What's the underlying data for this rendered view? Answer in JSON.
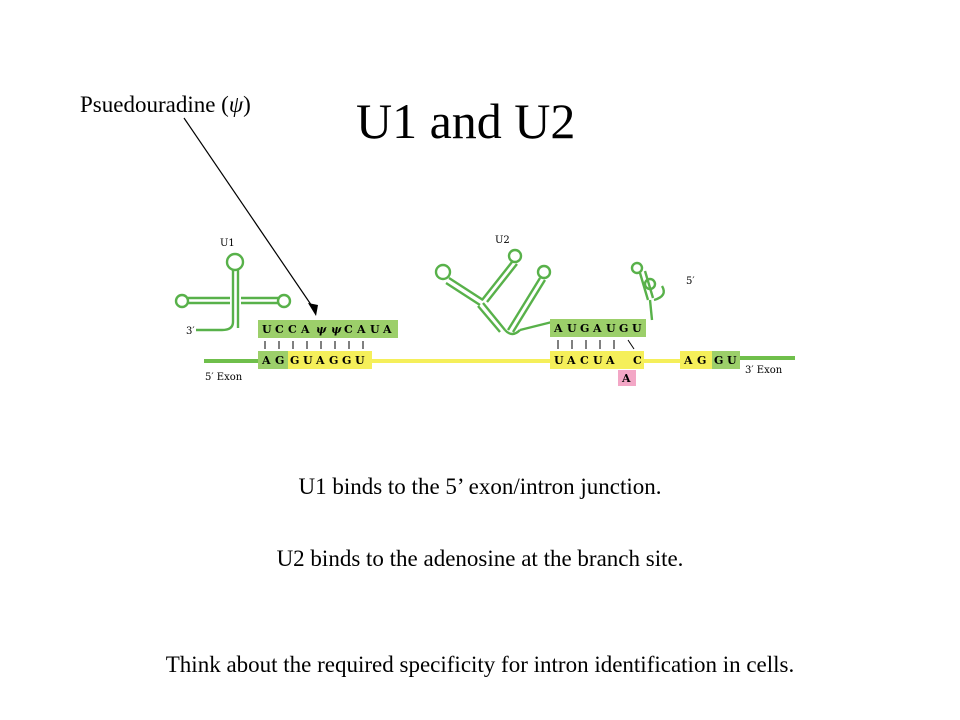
{
  "title": "U1 and U2",
  "callout": {
    "prefix": "Psuedouradine (",
    "symbol": "ψ",
    "suffix": ")"
  },
  "diagram": {
    "u1_label": "U1",
    "u2_label": "U2",
    "u1_three_prime": "3′",
    "u2_five_prime": "5′",
    "exon5_label": "5′ Exon",
    "exon3_label": "3′ Exon",
    "u1_sequence": [
      "U",
      "C",
      "C",
      "A",
      "ψ",
      "ψ",
      "C",
      "A",
      "U",
      "A"
    ],
    "exon_junction_seq": [
      "A",
      "G"
    ],
    "intron_5_seq": [
      "G",
      "U",
      "A",
      "G",
      "G",
      "U"
    ],
    "u2_sequence": [
      "A",
      "U",
      "G",
      "A",
      "U",
      "G",
      "U"
    ],
    "branch_seq": [
      "U",
      "A",
      "C",
      "U",
      "A"
    ],
    "branch_c": "C",
    "branch_adenosine": "A",
    "intron_3_seq": [
      "A",
      "G"
    ],
    "exon3_seq": [
      "G",
      "U"
    ],
    "colors": {
      "snrna_green": "#9ccf6a",
      "exon_green": "#6fbf4b",
      "intron_yellow": "#f5ef5a",
      "stem_green": "#58b14a",
      "adenosine_pink": "#f3a7c6"
    }
  },
  "captions": [
    "U1 binds to the 5’ exon/intron junction.",
    "U2 binds to the adenosine at the branch site.",
    "Think about the required specificity for intron identification in cells."
  ]
}
